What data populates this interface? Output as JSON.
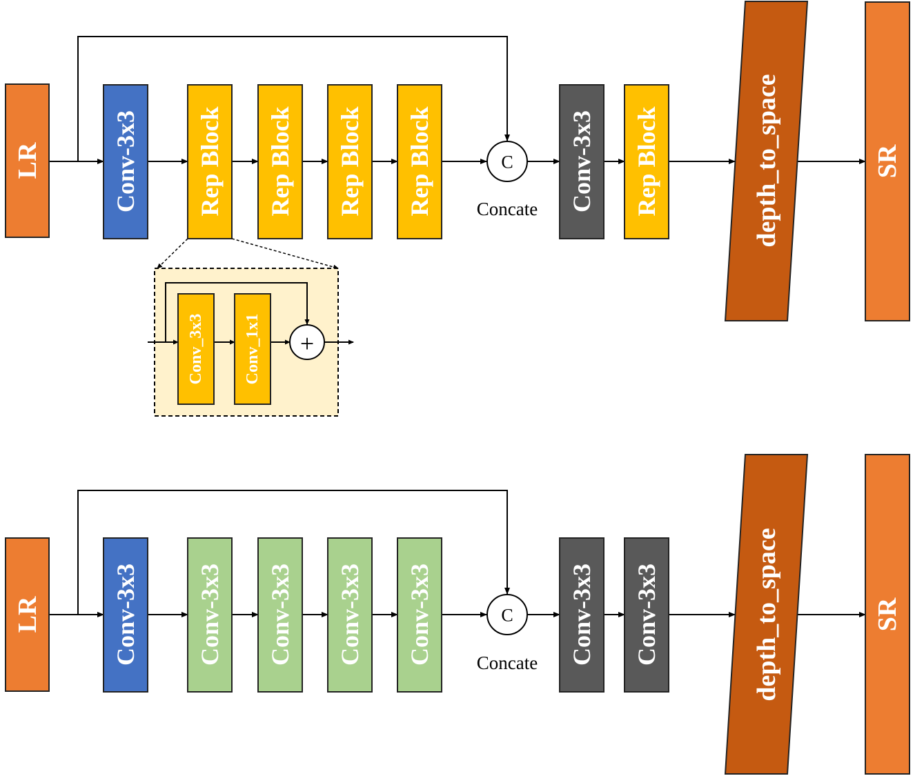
{
  "colors": {
    "lr_sr": "#ED7D31",
    "conv_first": "#4472C4",
    "rep_block": "#FFC000",
    "conv_green": "#A9D18E",
    "conv_dark": "#595959",
    "depth_to_space": "#C55A11",
    "detail_bg": "#FFF2CC"
  },
  "icons": {
    "concat": "circle-c-icon",
    "add": "circle-plus-icon"
  },
  "top": {
    "input": "LR",
    "conv_first": "Conv-3x3",
    "blocks": [
      "Rep Block",
      "Rep Block",
      "Rep Block",
      "Rep Block"
    ],
    "concat_symbol": "C",
    "concat_label": "Concate",
    "post_conv": "Conv-3x3",
    "post_block": "Rep Block",
    "upsample": "depth_to_space",
    "output": "SR"
  },
  "detail": {
    "conv_a": "Conv_3x3",
    "conv_b": "Conv_1x1",
    "add_symbol": "+"
  },
  "bottom": {
    "input": "LR",
    "conv_first": "Conv-3x3",
    "blocks": [
      "Conv-3x3",
      "Conv-3x3",
      "Conv-3x3",
      "Conv-3x3"
    ],
    "concat_symbol": "C",
    "concat_label": "Concate",
    "post_conv": "Conv-3x3",
    "post_block": "Conv-3x3",
    "upsample": "depth_to_space",
    "output": "SR"
  }
}
